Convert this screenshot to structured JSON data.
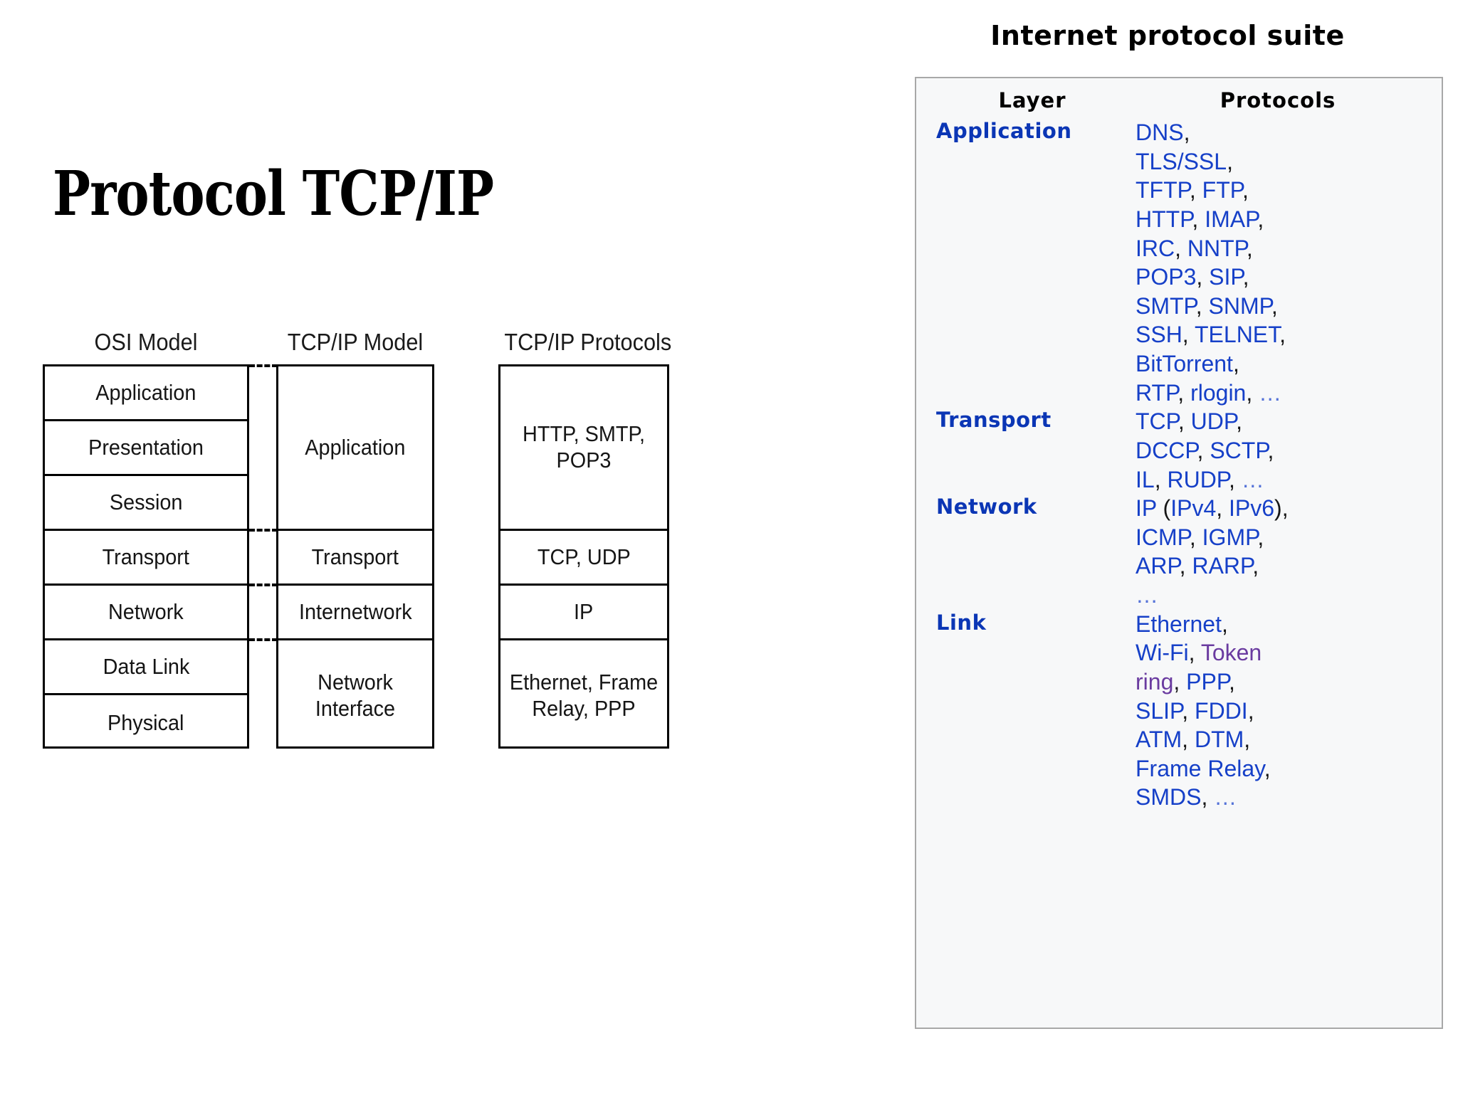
{
  "slide": {
    "title": "Protocol TCP/IP"
  },
  "diagram": {
    "headings": {
      "osi": "OSI Model",
      "tcpip": "TCP/IP Model",
      "protocols": "TCP/IP Protocols"
    },
    "osi_layers": [
      "Application",
      "Presentation",
      "Session",
      "Transport",
      "Network",
      "Data Link",
      "Physical"
    ],
    "tcpip_layers": [
      "Application",
      "Transport",
      "Internetwork",
      "Network Interface"
    ],
    "tcpip_protocols": [
      "HTTP, SMTP, POP3",
      "TCP, UDP",
      "IP",
      "Ethernet, Frame Relay, PPP"
    ]
  },
  "suite": {
    "title": "Internet protocol suite",
    "columns": {
      "layer": "Layer",
      "protocols": "Protocols"
    },
    "rows": [
      {
        "layer": "Application",
        "protocols_text": "DNS, TLS/SSL, TFTP, FTP, HTTP, IMAP, IRC, NNTP, POP3, SIP, SMTP, SNMP, SSH, TELNET, BitTorrent, RTP, rlogin, …",
        "protocols": [
          "DNS",
          "TLS/SSL",
          "TFTP",
          "FTP",
          "HTTP",
          "IMAP",
          "IRC",
          "NNTP",
          "POP3",
          "SIP",
          "SMTP",
          "SNMP",
          "SSH",
          "TELNET",
          "BitTorrent",
          "RTP",
          "rlogin",
          "…"
        ]
      },
      {
        "layer": "Transport",
        "protocols_text": "TCP, UDP, DCCP, SCTP, IL, RUDP, …",
        "protocols": [
          "TCP",
          "UDP",
          "DCCP",
          "SCTP",
          "IL",
          "RUDP",
          "…"
        ]
      },
      {
        "layer": "Network",
        "protocols_text": "IP (IPv4, IPv6), ICMP, IGMP, ARP, RARP, …",
        "protocols": [
          "IP (IPv4, IPv6)",
          "ICMP",
          "IGMP",
          "ARP",
          "RARP",
          "…"
        ]
      },
      {
        "layer": "Link",
        "protocols_text": "Ethernet, Wi-Fi, Token ring, PPP, SLIP, FDDI, ATM, DTM, Frame Relay, SMDS, …",
        "protocols": [
          "Ethernet",
          "Wi-Fi",
          "Token ring",
          "PPP",
          "SLIP",
          "FDDI",
          "ATM",
          "DTM",
          "Frame Relay",
          "SMDS",
          "…"
        ]
      }
    ]
  },
  "colors": {
    "link_blue": "#1640c8",
    "layer_blue": "#0b36b5",
    "visited_purple": "#6a3ba0",
    "panel_bg": "#f7f8f9",
    "panel_border": "#a8a8a8",
    "text_black": "#000000"
  }
}
